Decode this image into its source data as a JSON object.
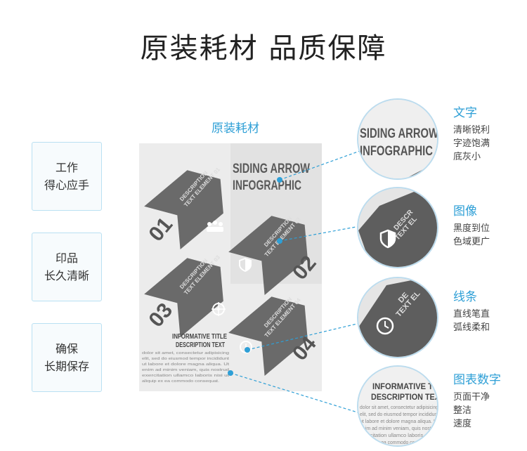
{
  "title": "原装耗材  品质保障",
  "features": [
    {
      "line1": "工作",
      "line2": "得心应手"
    },
    {
      "line1": "印品",
      "line2": "长久清晰"
    },
    {
      "line1": "确保",
      "line2": "长期保存"
    }
  ],
  "doc_label": "原装耗材",
  "infographic": {
    "headline1": "SIDING ARROW",
    "headline2": "INFOGRAPHIC",
    "desc_line1": "DESCRIPTION",
    "e1": "TEXT ELEMENT 01",
    "e2": "TEXT ELEMENT 02",
    "e3": "TEXT ELEMENT 03",
    "e4": "TEXT ELEMENT 04",
    "n1": "01",
    "n2": "02",
    "n3": "03",
    "n4": "04",
    "info_title1": "INFORMATIVE TITLE",
    "info_title2": "DESCRIPTION TEXT",
    "body_lines": [
      "dolor sit amet, consectetur adipisicing",
      "elit, sed do eiusmod tempor incididunt",
      "ut labore et dolore magna aliqua. Ut",
      "enim ad minim veniam, quis nostrud",
      "exercitation ullamco laboris nisi ut",
      "aliquip ex ea commodo consequat."
    ],
    "zoom_partial_de": "DE",
    "zoom_partial_desc": "DESCR",
    "zoom_partial_text": "TEXT EL",
    "zoom_info1": "INFORMATIVE TIT",
    "zoom_info2": "DESCRIPTION TEX"
  },
  "captions": [
    {
      "title": "文字",
      "lines": [
        "清晰锐利",
        "字迹饱满",
        "底灰小"
      ]
    },
    {
      "title": "图像",
      "lines": [
        "黑度到位",
        "色域更广"
      ]
    },
    {
      "title": "线条",
      "lines": [
        "直线笔直",
        "弧线柔和"
      ]
    },
    {
      "title": "图表数字",
      "lines": [
        "页面干净",
        "整洁",
        "速度"
      ]
    }
  ],
  "colors": {
    "accent": "#2e9fd6",
    "border": "#bcdcee",
    "arrow_dark": "#5a5a5a",
    "arrow_mid": "#8a8a8a"
  }
}
